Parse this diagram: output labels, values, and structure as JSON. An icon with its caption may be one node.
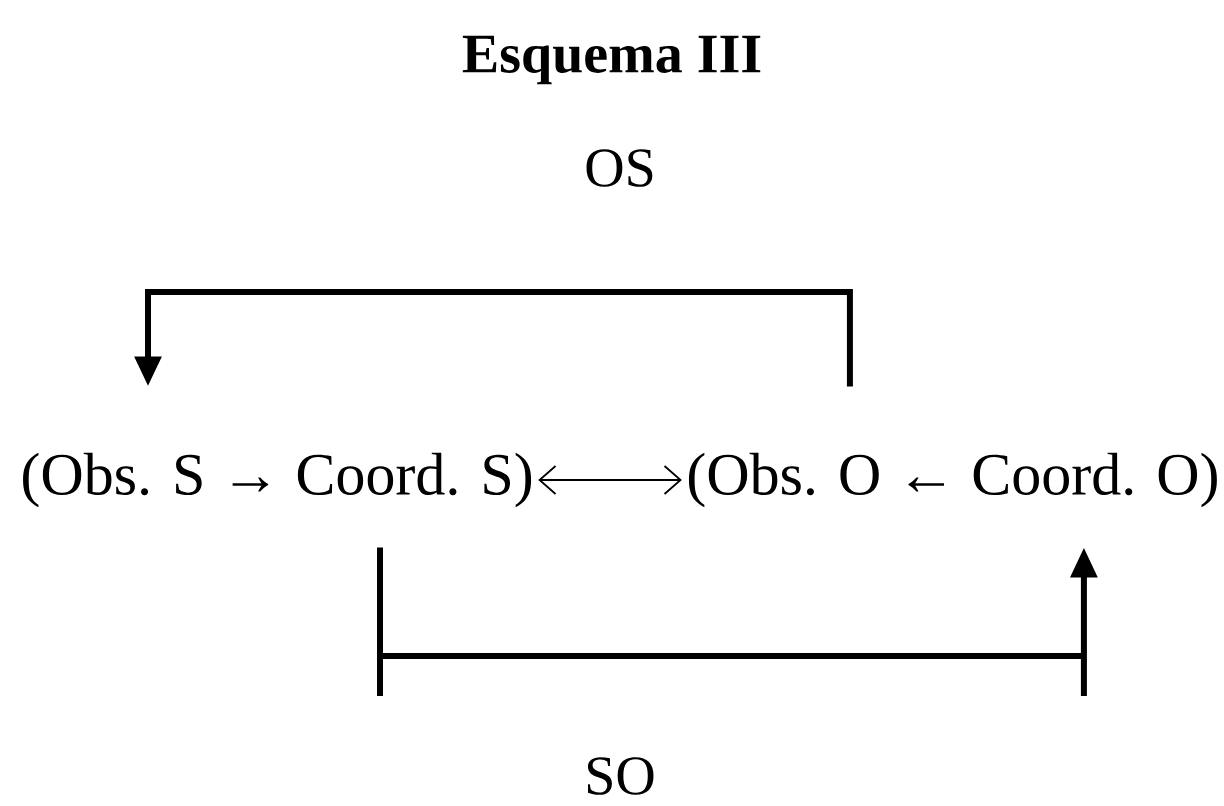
{
  "diagram": {
    "title": "Esquema III",
    "nodes": [
      {
        "text": [
          "(Obs. S → Coord. S)"
        ]
      },
      {
        "text": [
          "(Obs. O ← Coord. O)"
        ]
      }
    ],
    "edges": [
      {
        "from": 0,
        "to": 1,
        "arrow": "both"
      },
      {
        "from": 1,
        "to": 0,
        "arrow": "to",
        "label": "OS"
      },
      {
        "from": 0,
        "to": 1,
        "arrow": "to",
        "label": "SO"
      }
    ]
  }
}
